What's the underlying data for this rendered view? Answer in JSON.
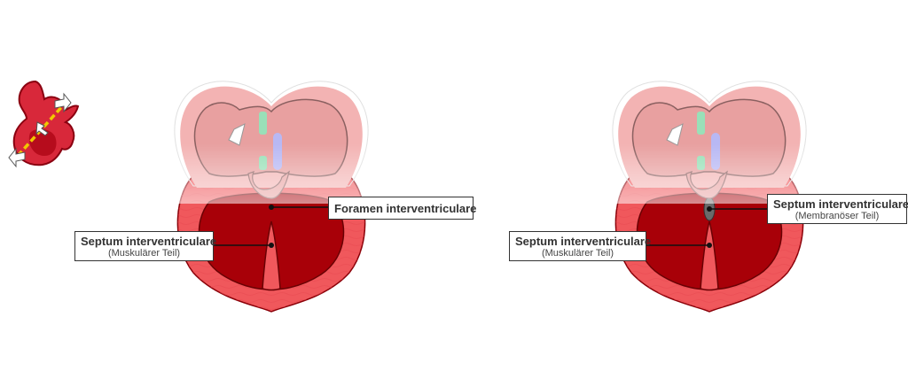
{
  "colors": {
    "atrium_outer": "#f3b3b3",
    "atrium_inner": "#e8a0a0",
    "ventricle_wall": "#f0585c",
    "ventricle_cavity": "#a80008",
    "endocardial_cushion": "#99e0b8",
    "septum_secundum": "#b8b8f4",
    "dark_outline": "#7a0006",
    "membranous_septum": "#6a6a6a",
    "guide_line": "#e8c000"
  },
  "icons": {
    "orientation": "heart-section-orientation-icon"
  },
  "panels": [
    {
      "id": "left",
      "labels": [
        {
          "id": "foramen",
          "title": "Foramen interventriculare",
          "subtitle": ""
        },
        {
          "id": "septum-muscular",
          "title": "Septum interventriculare",
          "subtitle": "(Muskulärer Teil)"
        }
      ]
    },
    {
      "id": "right",
      "labels": [
        {
          "id": "septum-membranous",
          "title": "Septum interventriculare",
          "subtitle": "(Membranöser Teil)"
        },
        {
          "id": "septum-muscular",
          "title": "Septum interventriculare",
          "subtitle": "(Muskulärer Teil)"
        }
      ]
    }
  ]
}
